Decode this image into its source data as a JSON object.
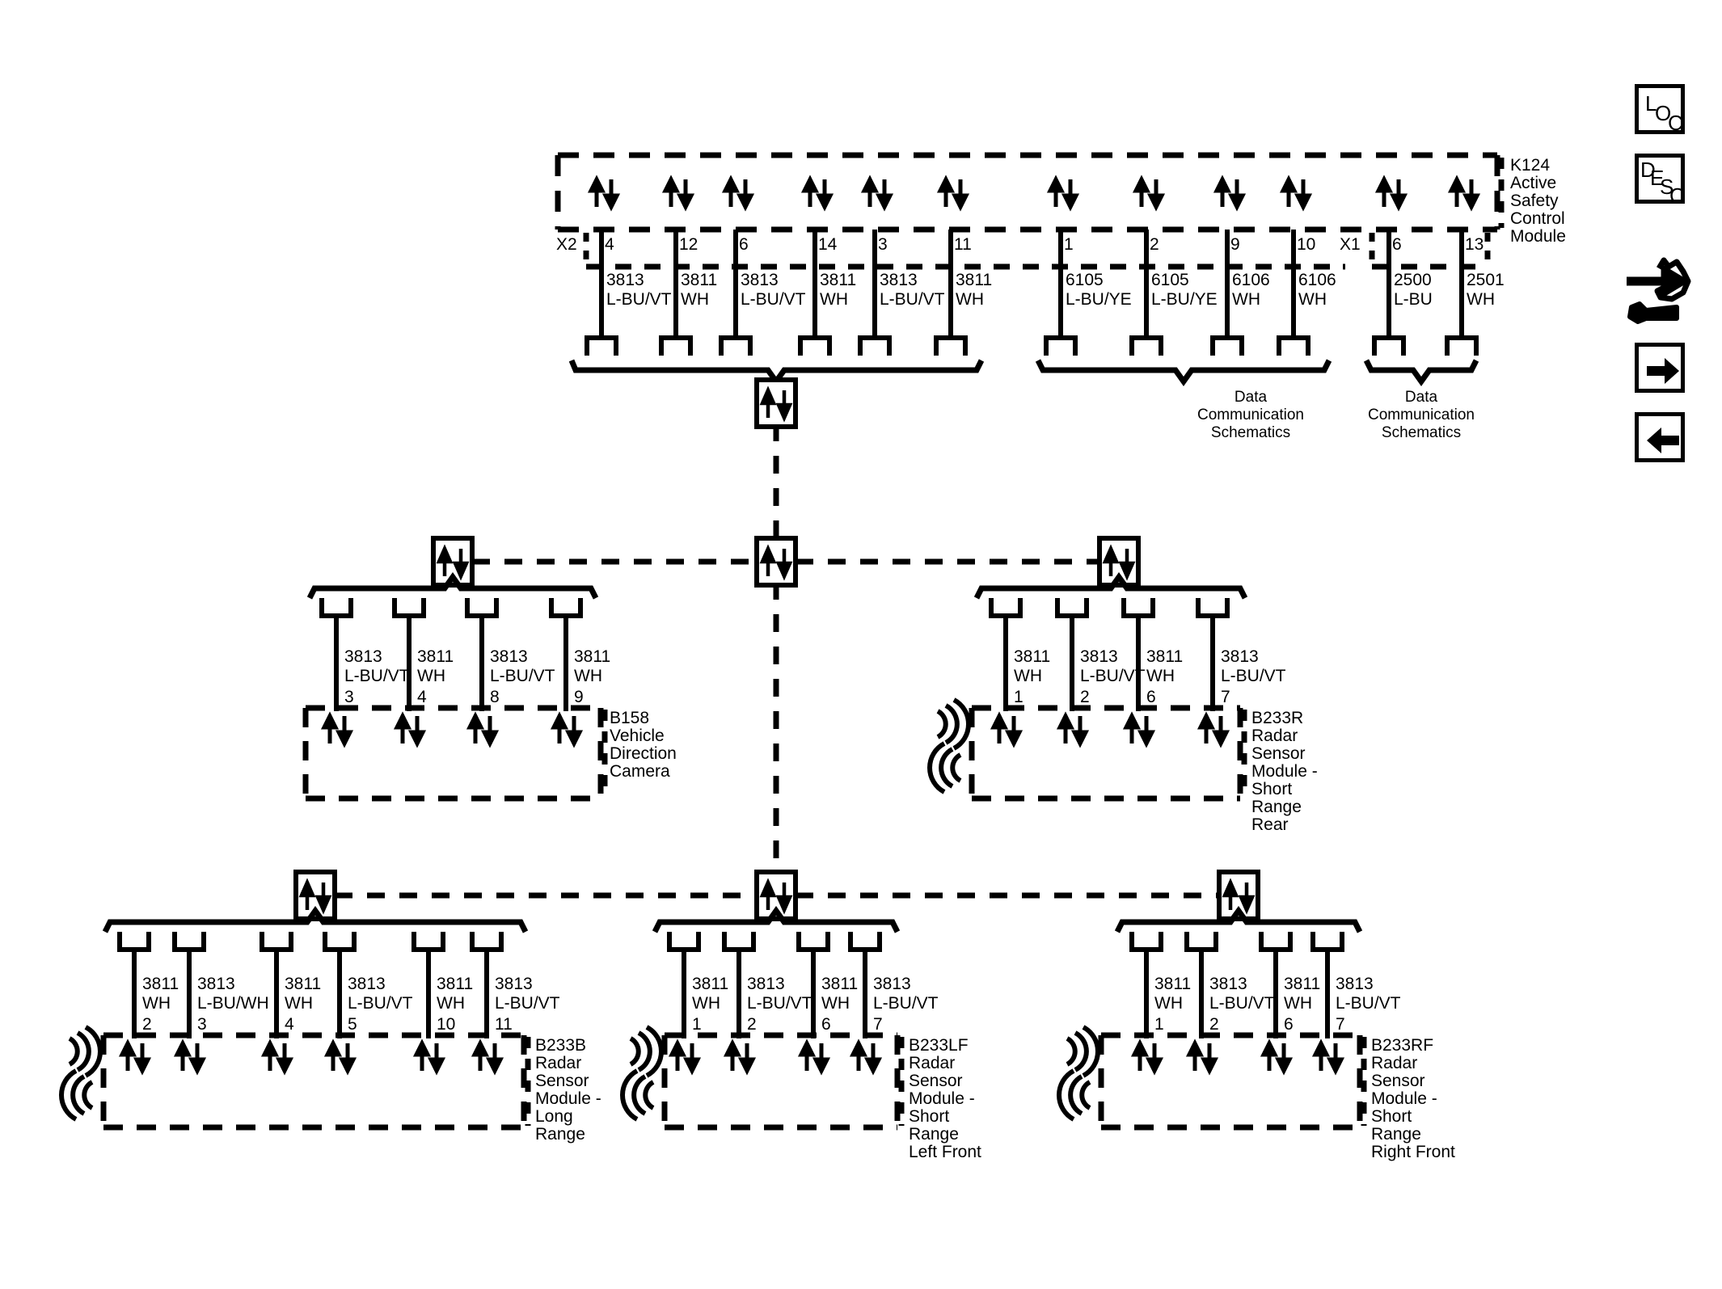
{
  "diagram": {
    "title": "Active Safety Control Module Radar/Camera Bus Schematic",
    "line_color": "#000000",
    "background": "#ffffff"
  },
  "modules": {
    "k124": {
      "id": "K124",
      "name_lines": [
        "K124",
        "Active",
        "Safety",
        "Control",
        "Module"
      ],
      "connectors": [
        {
          "name": "X2",
          "label": "X2"
        },
        {
          "name": "X1",
          "label": "X1"
        }
      ],
      "pins": [
        {
          "pin": "4",
          "circuit": "3813",
          "color": "L-BU/VT"
        },
        {
          "pin": "12",
          "circuit": "3811",
          "color": "WH"
        },
        {
          "pin": "6",
          "circuit": "3813",
          "color": "L-BU/VT"
        },
        {
          "pin": "14",
          "circuit": "3811",
          "color": "WH"
        },
        {
          "pin": "3",
          "circuit": "3813",
          "color": "L-BU/VT"
        },
        {
          "pin": "11",
          "circuit": "3811",
          "color": "WH"
        },
        {
          "pin": "1",
          "circuit": "6105",
          "color": "L-BU/YE"
        },
        {
          "pin": "2",
          "circuit": "6105",
          "color": "L-BU/YE"
        },
        {
          "pin": "9",
          "circuit": "6106",
          "color": "WH"
        },
        {
          "pin": "10",
          "circuit": "6106",
          "color": "WH"
        },
        {
          "pin": "6",
          "circuit": "2500",
          "color": "L-BU"
        },
        {
          "pin": "13",
          "circuit": "2501",
          "color": "WH"
        }
      ]
    },
    "b158": {
      "id": "B158",
      "name_lines": [
        "B158",
        "Vehicle",
        "Direction",
        "Camera"
      ],
      "pins": [
        {
          "pin": "3",
          "circuit": "3813",
          "color": "L-BU/VT"
        },
        {
          "pin": "4",
          "circuit": "3811",
          "color": "WH"
        },
        {
          "pin": "8",
          "circuit": "3813",
          "color": "L-BU/VT"
        },
        {
          "pin": "9",
          "circuit": "3811",
          "color": "WH"
        }
      ]
    },
    "b233r": {
      "id": "B233R",
      "name_lines": [
        "B233R",
        "Radar",
        "Sensor",
        "Module -",
        "Short",
        "Range",
        "Rear"
      ],
      "pins": [
        {
          "pin": "1",
          "circuit": "3811",
          "color": "WH"
        },
        {
          "pin": "2",
          "circuit": "3813",
          "color": "L-BU/VT"
        },
        {
          "pin": "6",
          "circuit": "3811",
          "color": "WH"
        },
        {
          "pin": "7",
          "circuit": "3813",
          "color": "L-BU/VT"
        }
      ]
    },
    "b233b": {
      "id": "B233B",
      "name_lines": [
        "B233B",
        "Radar",
        "Sensor",
        "Module -",
        "Long",
        "Range"
      ],
      "pins": [
        {
          "pin": "2",
          "circuit": "3811",
          "color": "WH"
        },
        {
          "pin": "3",
          "circuit": "3813",
          "color": "L-BU/WH"
        },
        {
          "pin": "4",
          "circuit": "3811",
          "color": "WH"
        },
        {
          "pin": "5",
          "circuit": "3813",
          "color": "L-BU/VT"
        },
        {
          "pin": "10",
          "circuit": "3811",
          "color": "WH"
        },
        {
          "pin": "11",
          "circuit": "3813",
          "color": "L-BU/VT"
        }
      ]
    },
    "b233lf": {
      "id": "B233LF",
      "name_lines": [
        "B233LF",
        "Radar",
        "Sensor",
        "Module -",
        "Short",
        "Range",
        "Left Front"
      ],
      "pins": [
        {
          "pin": "1",
          "circuit": "3811",
          "color": "WH"
        },
        {
          "pin": "2",
          "circuit": "3813",
          "color": "L-BU/VT"
        },
        {
          "pin": "6",
          "circuit": "3811",
          "color": "WH"
        },
        {
          "pin": "7",
          "circuit": "3813",
          "color": "L-BU/VT"
        }
      ]
    },
    "b233rf": {
      "id": "B233RF",
      "name_lines": [
        "B233RF",
        "Radar",
        "Sensor",
        "Module -",
        "Short",
        "Range",
        "Right Front"
      ],
      "pins": [
        {
          "pin": "1",
          "circuit": "3811",
          "color": "WH"
        },
        {
          "pin": "2",
          "circuit": "3813",
          "color": "L-BU/VT"
        },
        {
          "pin": "6",
          "circuit": "3811",
          "color": "WH"
        },
        {
          "pin": "7",
          "circuit": "3813",
          "color": "L-BU/VT"
        }
      ]
    }
  },
  "references": {
    "data_comm_1": [
      "Data",
      "Communication",
      "Schematics"
    ],
    "data_comm_2": [
      "Data",
      "Communication",
      "Schematics"
    ]
  },
  "toolbar": {
    "items": [
      {
        "name": "loc-button",
        "label": "LOC",
        "chars": [
          "L",
          "O",
          "C"
        ]
      },
      {
        "name": "desc-button",
        "label": "DESC",
        "chars": [
          "D",
          "E",
          "S",
          "C"
        ]
      },
      {
        "name": "troubleshoot-icon",
        "label": "Troubleshoot"
      },
      {
        "name": "next-button",
        "label": "Next"
      },
      {
        "name": "previous-button",
        "label": "Previous"
      }
    ]
  }
}
